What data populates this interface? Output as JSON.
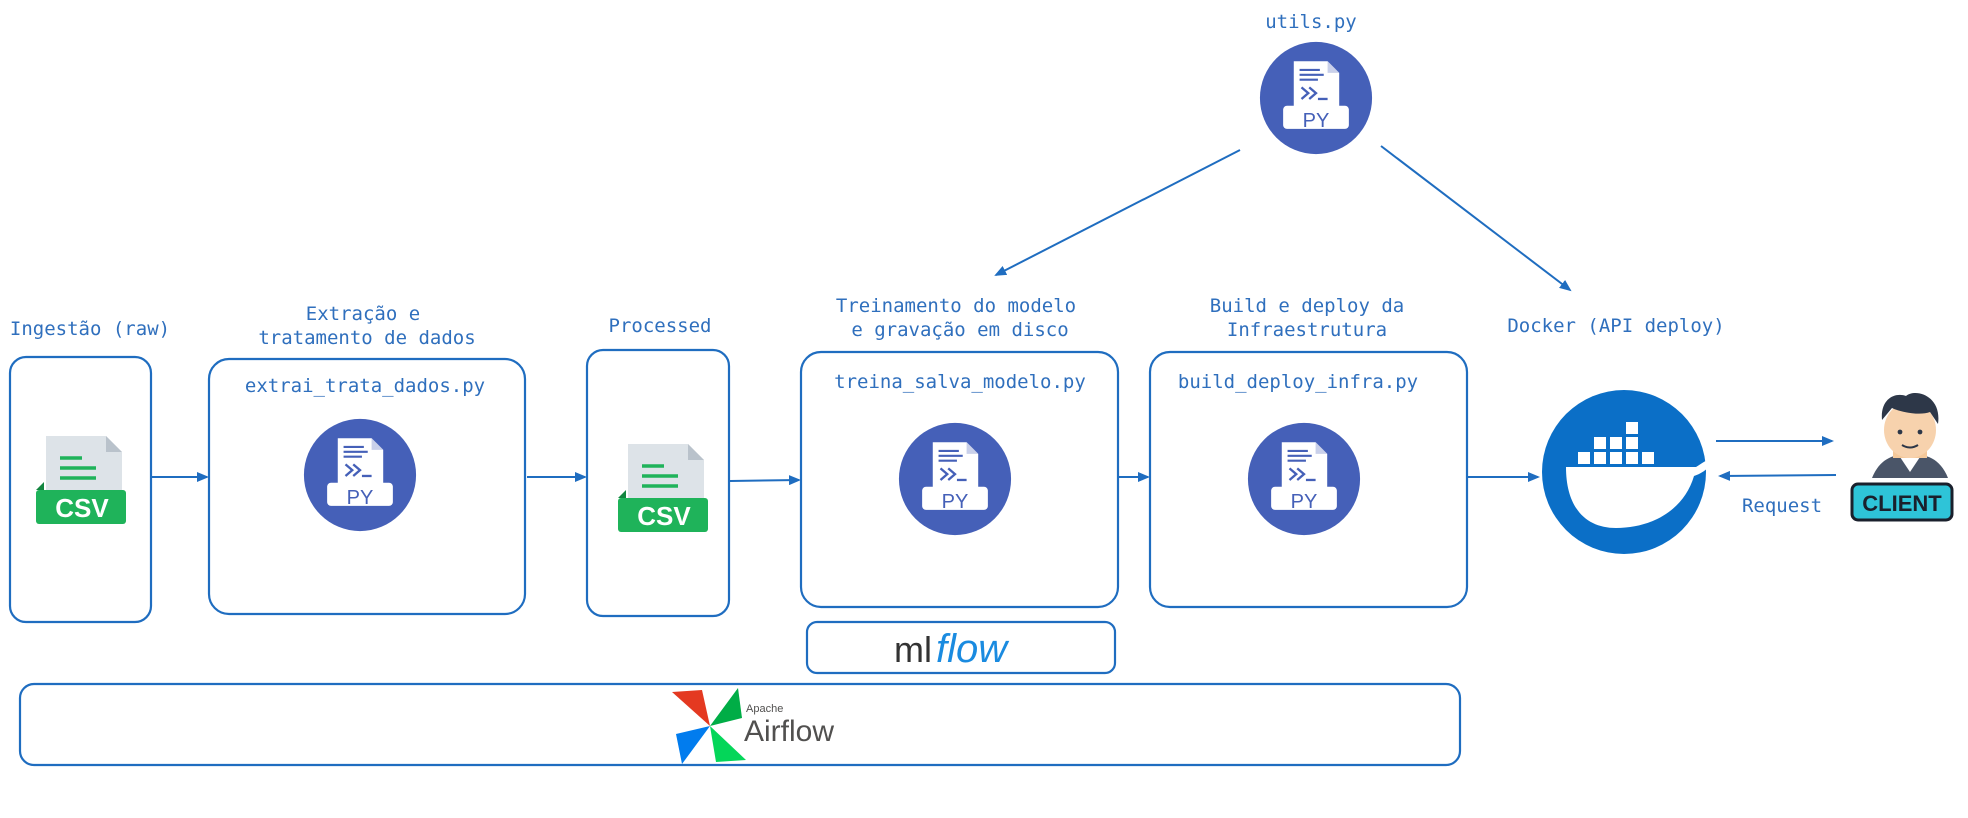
{
  "labels": {
    "utils_title": "utils.py",
    "ingestao": "Ingestão (raw)",
    "extracao_l1": "Extração e",
    "extracao_l2": "tratamento de dados",
    "processed": "Processed",
    "treino_l1": "Treinamento do modelo",
    "treino_l2": "e gravação em disco",
    "build_l1": "Build e deploy da",
    "build_l2": "Infraestrutura",
    "docker": "Docker (API deploy)",
    "extrai_file": "extrai_trata_dados.py",
    "treina_file": "treina_salva_modelo.py",
    "build_file": "build_deploy_infra.py",
    "request": "Request"
  },
  "icons": {
    "py_badge": "PY",
    "csv_badge": "CSV",
    "client_badge": "CLIENT",
    "mlflow_ml": "ml",
    "mlflow_flow": "flow",
    "airflow_apache": "Apache",
    "airflow_name": "Airflow"
  },
  "colors": {
    "accent": "#1f6dc0",
    "py_circle": "#4560b8",
    "csv_green": "#1fb35a",
    "docker_blue": "#0b6fc7"
  }
}
